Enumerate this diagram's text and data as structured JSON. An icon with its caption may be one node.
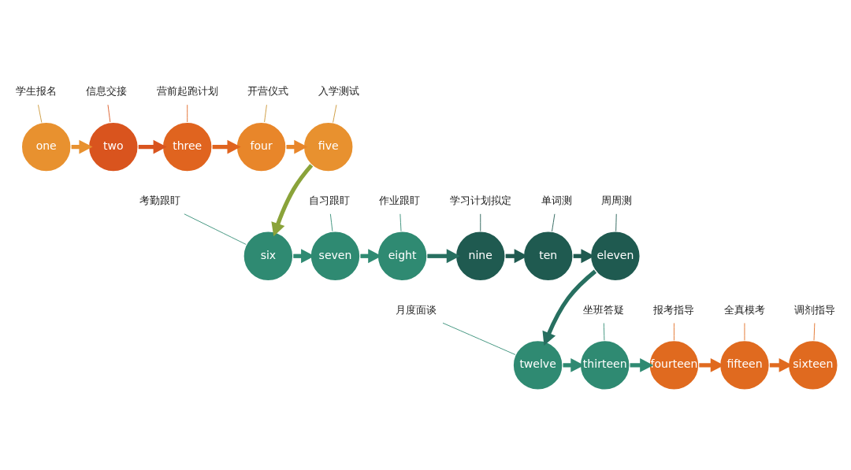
{
  "diagram": {
    "nodes": [
      {
        "text": [
          "one"
        ]
      },
      {
        "text": [
          "two"
        ]
      },
      {
        "text": [
          "three"
        ]
      },
      {
        "text": [
          "four"
        ]
      },
      {
        "text": [
          "five"
        ]
      },
      {
        "text": [
          "six"
        ]
      },
      {
        "text": [
          "seven"
        ]
      },
      {
        "text": [
          "eight"
        ]
      },
      {
        "text": [
          "nine"
        ]
      },
      {
        "text": [
          "ten"
        ]
      },
      {
        "text": [
          "eleven"
        ]
      },
      {
        "text": [
          "twelve"
        ]
      },
      {
        "text": [
          "thirteen"
        ]
      },
      {
        "text": [
          "fourteen"
        ]
      },
      {
        "text": [
          "fifteen"
        ]
      },
      {
        "text": [
          "sixteen"
        ]
      },
      {
        "text": [
          "学生报名"
        ]
      },
      {
        "text": [
          "信息交接"
        ]
      },
      {
        "text": [
          "营前起跑计划"
        ]
      },
      {
        "text": [
          "开营仪式"
        ]
      },
      {
        "text": [
          "入学测试"
        ]
      },
      {
        "text": [
          "考勤跟盯"
        ]
      },
      {
        "text": [
          "自习跟盯"
        ]
      },
      {
        "text": [
          "作业跟盯"
        ]
      },
      {
        "text": [
          "学习计划拟定"
        ]
      },
      {
        "text": [
          "单词测"
        ]
      },
      {
        "text": [
          "周周测"
        ]
      },
      {
        "text": [
          "月度面谈"
        ]
      },
      {
        "text": [
          "坐班答疑"
        ]
      },
      {
        "text": [
          "报考指导"
        ]
      },
      {
        "text": [
          "全真模考"
        ]
      },
      {
        "text": [
          "调剂指导"
        ]
      }
    ],
    "edges": [
      {
        "from": 0,
        "to": 1,
        "arrow": "to",
        "style": "thick",
        "color": "#e8912f"
      },
      {
        "from": 1,
        "to": 2,
        "arrow": "to",
        "style": "thick",
        "color": "#d9541e"
      },
      {
        "from": 2,
        "to": 3,
        "arrow": "to",
        "style": "thick",
        "color": "#e0641f"
      },
      {
        "from": 3,
        "to": 4,
        "arrow": "to",
        "style": "thick",
        "color": "#e8862a"
      },
      {
        "from": 4,
        "to": 5,
        "arrow": "to",
        "style": "thick",
        "color": "#8aa33a"
      },
      {
        "from": 5,
        "to": 6,
        "arrow": "to",
        "style": "thick",
        "color": "#2f8a72"
      },
      {
        "from": 6,
        "to": 7,
        "arrow": "to",
        "style": "thick",
        "color": "#2f8a72"
      },
      {
        "from": 7,
        "to": 8,
        "arrow": "to",
        "style": "thick",
        "color": "#276f60"
      },
      {
        "from": 8,
        "to": 9,
        "arrow": "to",
        "style": "thick",
        "color": "#1f5a50"
      },
      {
        "from": 9,
        "to": 10,
        "arrow": "to",
        "style": "thick",
        "color": "#1f5a50"
      },
      {
        "from": 10,
        "to": 11,
        "arrow": "to",
        "style": "thick",
        "color": "#276f60"
      },
      {
        "from": 11,
        "to": 12,
        "arrow": "to",
        "style": "thick",
        "color": "#2f8a72"
      },
      {
        "from": 12,
        "to": 13,
        "arrow": "to",
        "style": "thick",
        "color": "#2f8a72"
      },
      {
        "from": 13,
        "to": 14,
        "arrow": "to",
        "style": "thick",
        "color": "#e06a1f"
      },
      {
        "from": 14,
        "to": 15,
        "arrow": "to",
        "style": "thick",
        "color": "#e06a1f"
      },
      {
        "from": 16,
        "to": 0,
        "arrow": "none",
        "color": "#c9922f"
      },
      {
        "from": 17,
        "to": 1,
        "arrow": "none",
        "color": "#d9541e"
      },
      {
        "from": 18,
        "to": 2,
        "arrow": "none",
        "color": "#e0641f"
      },
      {
        "from": 19,
        "to": 3,
        "arrow": "none",
        "color": "#c9922f"
      },
      {
        "from": 20,
        "to": 4,
        "arrow": "none",
        "color": "#c9922f"
      },
      {
        "from": 21,
        "to": 5,
        "arrow": "none",
        "color": "#2f8a72"
      },
      {
        "from": 22,
        "to": 6,
        "arrow": "none",
        "color": "#2f8a72"
      },
      {
        "from": 23,
        "to": 7,
        "arrow": "none",
        "color": "#2f8a72"
      },
      {
        "from": 24,
        "to": 8,
        "arrow": "none",
        "color": "#1f5a50"
      },
      {
        "from": 25,
        "to": 9,
        "arrow": "none",
        "color": "#1f5a50"
      },
      {
        "from": 26,
        "to": 10,
        "arrow": "none",
        "color": "#1f5a50"
      },
      {
        "from": 27,
        "to": 11,
        "arrow": "none",
        "color": "#2f8a72"
      },
      {
        "from": 28,
        "to": 12,
        "arrow": "none",
        "color": "#2f8a72"
      },
      {
        "from": 29,
        "to": 13,
        "arrow": "none",
        "color": "#e06a1f"
      },
      {
        "from": 30,
        "to": 14,
        "arrow": "none",
        "color": "#e06a1f"
      },
      {
        "from": 31,
        "to": 15,
        "arrow": "none",
        "color": "#e06a1f"
      }
    ]
  }
}
